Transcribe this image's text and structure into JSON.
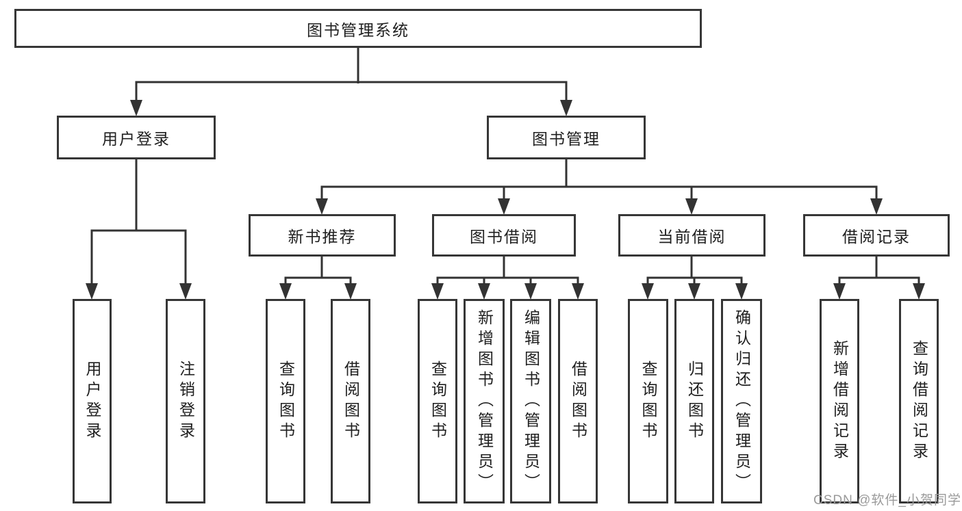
{
  "diagram": {
    "root": "图书管理系统",
    "branches": [
      {
        "label": "用户登录",
        "children": [
          "用户登录",
          "注销登录"
        ]
      },
      {
        "label": "图书管理",
        "sections": [
          {
            "label": "新书推荐",
            "children": [
              "查询图书",
              "借阅图书"
            ]
          },
          {
            "label": "图书借阅",
            "children": [
              "查询图书",
              "新增图书（管理员）",
              "编辑图书（管理员）",
              "借阅图书"
            ]
          },
          {
            "label": "当前借阅",
            "children": [
              "查询图书",
              "归还图书",
              "确认归还（管理员）"
            ]
          },
          {
            "label": "借阅记录",
            "children": [
              "新增借阅记录",
              "查询借阅记录"
            ]
          }
        ]
      }
    ]
  },
  "watermark": {
    "text": "CSDN @软件_小贺同学"
  },
  "colors": {
    "line": "#333333",
    "box_border": "#363636",
    "text": "#1f1f1f",
    "watermark": "#9a9a9a",
    "background": "#ffffff"
  }
}
